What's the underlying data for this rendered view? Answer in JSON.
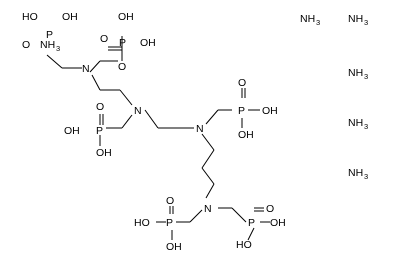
{
  "structure": {
    "atoms": {
      "N": "N",
      "P": "P",
      "O": "O",
      "OH": "OH",
      "HO": "HO",
      "NH3_main": "NH",
      "NH3_sub": "3"
    },
    "overlap": {
      "first": "NH",
      "second": "HO",
      "third": "O"
    }
  }
}
